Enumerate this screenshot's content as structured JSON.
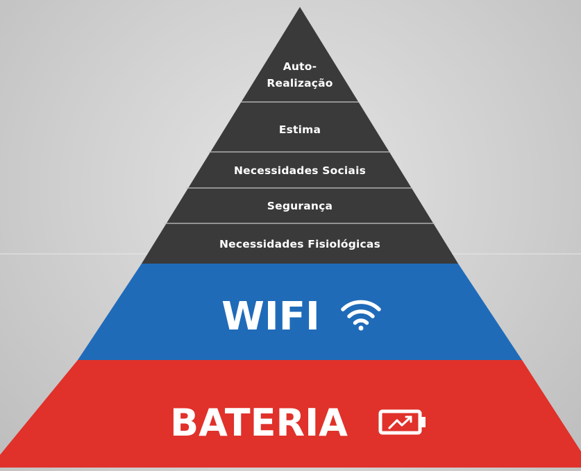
{
  "pyramid": {
    "levels": [
      {
        "id": "self-realization",
        "lines": [
          "Auto-",
          "Realização"
        ]
      },
      {
        "id": "esteem",
        "lines": [
          "Estima"
        ]
      },
      {
        "id": "social-needs",
        "lines": [
          "Necessidades Sociais"
        ]
      },
      {
        "id": "safety",
        "lines": [
          "Segurança"
        ]
      },
      {
        "id": "physiological",
        "lines": [
          "Necessidades Fisiológicas"
        ]
      },
      {
        "id": "wifi",
        "lines": [
          "WIFI"
        ],
        "icon": "wifi-icon"
      },
      {
        "id": "battery",
        "lines": [
          "BATERIA"
        ],
        "icon": "battery-icon"
      }
    ]
  },
  "colors": {
    "dark": "#3a3a3a",
    "wifi": "#1f6bb8",
    "battery": "#e0312a",
    "divider": "#c8c8c8",
    "text": "#ffffff"
  }
}
